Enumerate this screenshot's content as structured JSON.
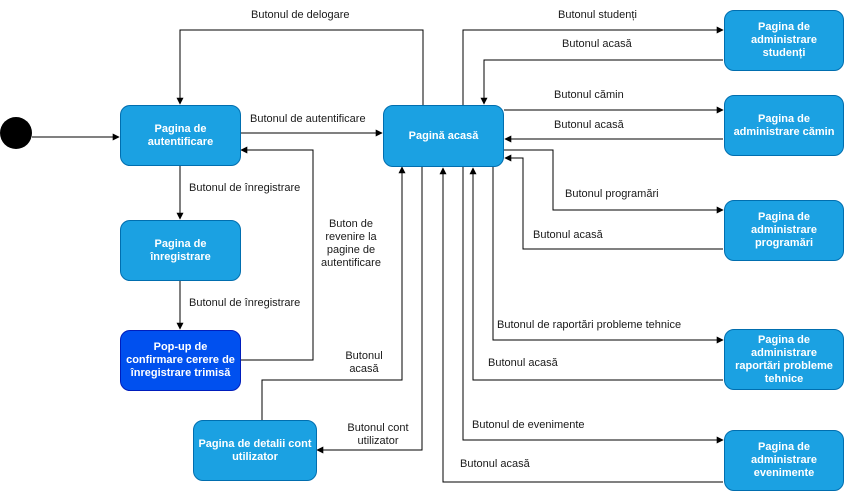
{
  "nodes": {
    "autentificare": "Pagina de autentificare",
    "inregistrare": "Pagina de înregistrare",
    "popup": "Pop-up de confirmare cerere de înregistrare trimisă",
    "detalii_cont": "Pagina de detalii cont utilizator",
    "acasa": "Pagină acasă",
    "admin_studenti": "Pagina de administrare studenți",
    "admin_camin": "Pagina de administrare cămin",
    "admin_programari": "Pagina de administrare programări",
    "admin_raportari": "Pagina de administrare raportări probleme tehnice",
    "admin_evenimente": "Pagina de administrare evenimente"
  },
  "edges": {
    "delogare": "Butonul de delogare",
    "autentificare": "Butonul de autentificare",
    "inregistrare_1": "Butonul de înregistrare",
    "inregistrare_2": "Butonul de înregistrare",
    "revenire": "Buton de revenire la pagine de autentificare",
    "acasa_detalii": "Butonul acasă",
    "cont_utilizator": "Butonul  cont utilizator",
    "studenti": "Butonul studenți",
    "studenti_acasa": "Butonul  acasă",
    "camin": "Butonul cămin",
    "camin_acasa": "Butonul acasă",
    "programari": "Butonul programări",
    "programari_acasa": "Butonul acasă",
    "raportari": "Butonul de raportări probleme tehnice",
    "raportari_acasa": "Butonul  acasă",
    "evenimente": "Butonul de evenimente",
    "evenimente_acasa": "Butonul  acasă"
  }
}
